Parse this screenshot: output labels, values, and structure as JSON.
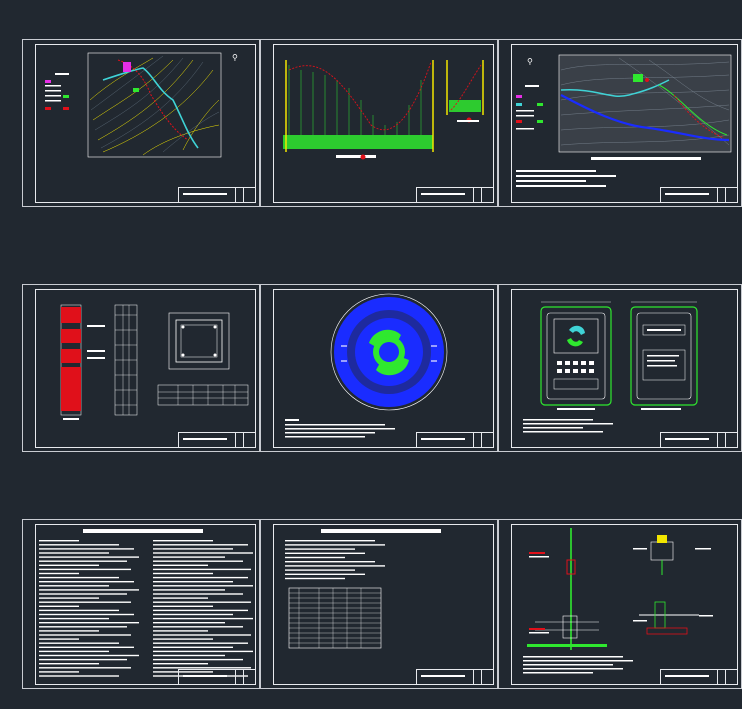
{
  "viewer": {
    "background": "#212830",
    "accent_colors": {
      "yellow": "#f2e600",
      "cyan": "#3fd3d6",
      "red": "#e0101a",
      "green": "#2fe82f",
      "blue": "#1a2cff",
      "magenta": "#e62ee6",
      "white": "#ffffff"
    }
  },
  "sheets": [
    {
      "name": "sheet-site-topo-plan-1",
      "kind": "topographic-plan"
    },
    {
      "name": "sheet-profile-elevation",
      "kind": "profile-chart"
    },
    {
      "name": "sheet-site-topo-plan-2",
      "kind": "topographic-plan"
    },
    {
      "name": "sheet-sign-post-detail",
      "kind": "structural-detail"
    },
    {
      "name": "sheet-circular-emblem",
      "kind": "emblem"
    },
    {
      "name": "sheet-notice-board",
      "kind": "board-elevation"
    },
    {
      "name": "sheet-design-notes-1",
      "kind": "text-notes"
    },
    {
      "name": "sheet-design-notes-2",
      "kind": "text-notes-table"
    },
    {
      "name": "sheet-pole-mount-detail",
      "kind": "structural-detail"
    }
  ]
}
